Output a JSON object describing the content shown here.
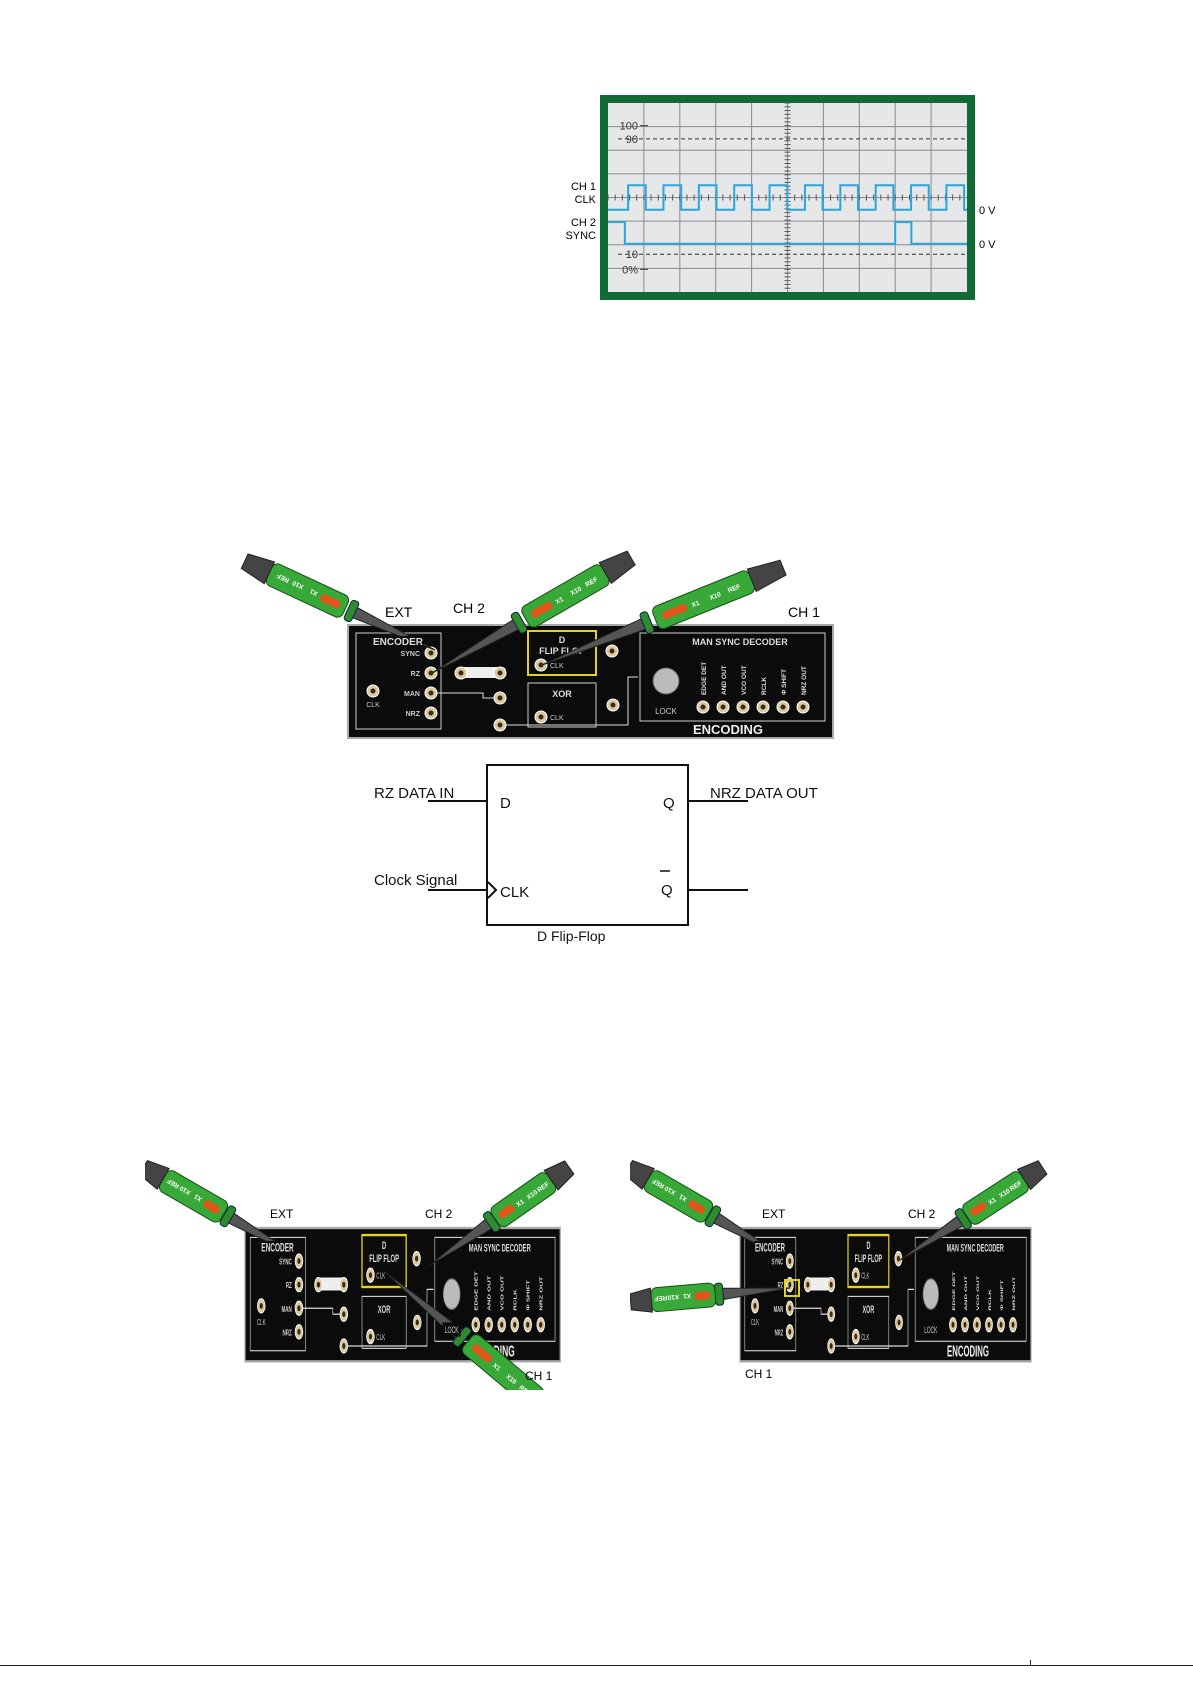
{
  "oscilloscope": {
    "scale_labels": [
      "100",
      "90",
      "10",
      "0%"
    ],
    "ch1": {
      "name": "CH 1",
      "signal": "CLK",
      "ref": "0 V"
    },
    "ch2": {
      "name": "CH 2",
      "signal": "SYNC",
      "ref": "0 V"
    },
    "colors": {
      "frame": "#126b36",
      "screen": "#e6e7e8",
      "trace": "#2aa6dc",
      "grid": "#8a8a8a"
    }
  },
  "board_labels": {
    "encoder": "ENCODER",
    "sync": "SYNC",
    "rz": "RZ",
    "man": "MAN",
    "nrz": "NRZ",
    "clk": "CLK",
    "d": "D",
    "flip_flop": "FLIP FLOP",
    "xor": "XOR",
    "decoder": "MAN SYNC DECODER",
    "outputs": [
      "EDGE DET",
      "AND OUT",
      "VCO OUT",
      "RCLK",
      "Φ SHIFT",
      "NRZ OUT"
    ],
    "lock": "LOCK",
    "encoding": "ENCODING"
  },
  "probe_labels": {
    "ext": "EXT",
    "ch2": "CH 2",
    "ch1": "CH 1",
    "probe_text": [
      "X1",
      "X10",
      "REF"
    ]
  },
  "figure1": {
    "ext": "EXT",
    "ch2": "CH 2",
    "ch1": "CH 1"
  },
  "figure3a": {
    "ext": "EXT",
    "ch2": "CH 2",
    "ch1": "CH 1"
  },
  "figure3b": {
    "ext": "EXT",
    "ch2": "CH 2",
    "ch1": "CH 1"
  },
  "flipflop": {
    "input_d": "RZ DATA IN",
    "pin_d": "D",
    "pin_q": "Q",
    "output_q": "NRZ DATA OUT",
    "input_clk": "Clock Signal",
    "pin_clk": "CLK",
    "pin_qbar": "Q",
    "caption": "D Flip-Flop"
  }
}
